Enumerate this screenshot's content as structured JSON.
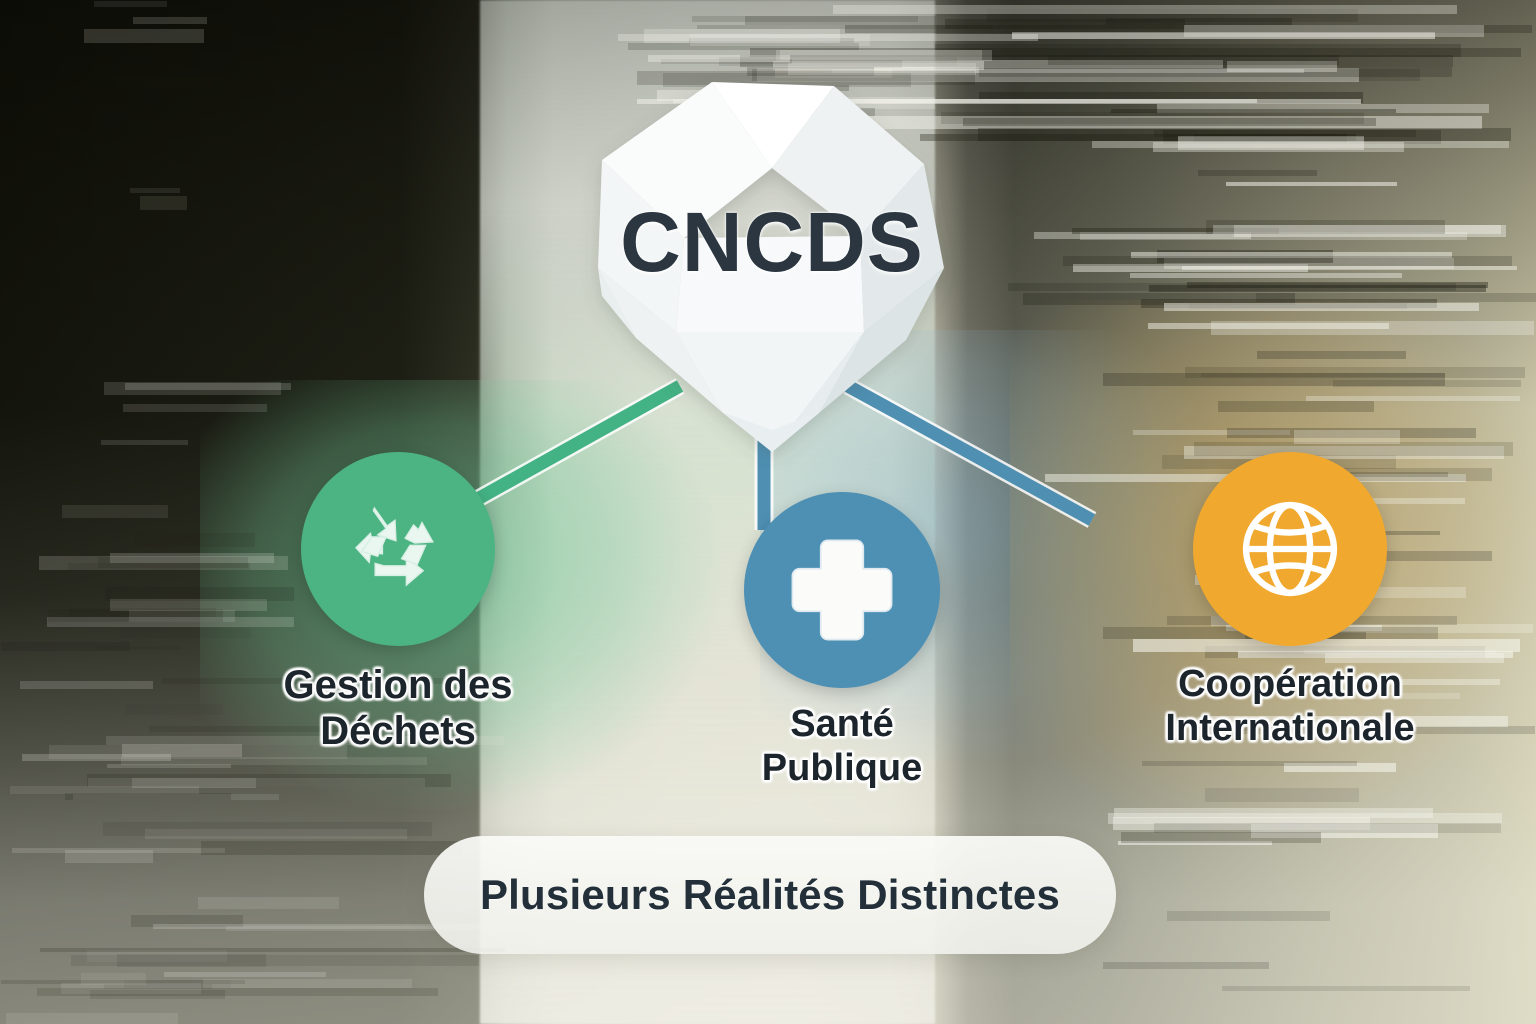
{
  "diagram": {
    "core": {
      "label": "CNCDS",
      "shape_icon": "polyhedron-icon",
      "fill": "#f2f4f4",
      "text_color": "#2b3640"
    },
    "nodes": [
      {
        "id": "waste",
        "label": "Gestion des\nDéchets",
        "icon": "recycle-icon",
        "color": "#4CB383",
        "connector_color": "#43b284"
      },
      {
        "id": "health",
        "label": "Santé\nPublique",
        "icon": "medical-cross-icon",
        "color": "#4E90B4",
        "connector_color": "#4E8FB2"
      },
      {
        "id": "coop",
        "label": "Coopération\nInternationale",
        "icon": "globe-icon",
        "color": "#F0A92E",
        "connector_color": "#4E8FB2"
      }
    ],
    "banner": {
      "text": "Plusieurs Réalités Distinctes"
    }
  },
  "palette": {
    "green": "#4CB383",
    "blue": "#4E90B4",
    "amber": "#F0A92E",
    "ink": "#23303a",
    "core_light": "#f6f8f8",
    "core_shade": "#d6dcdb"
  }
}
